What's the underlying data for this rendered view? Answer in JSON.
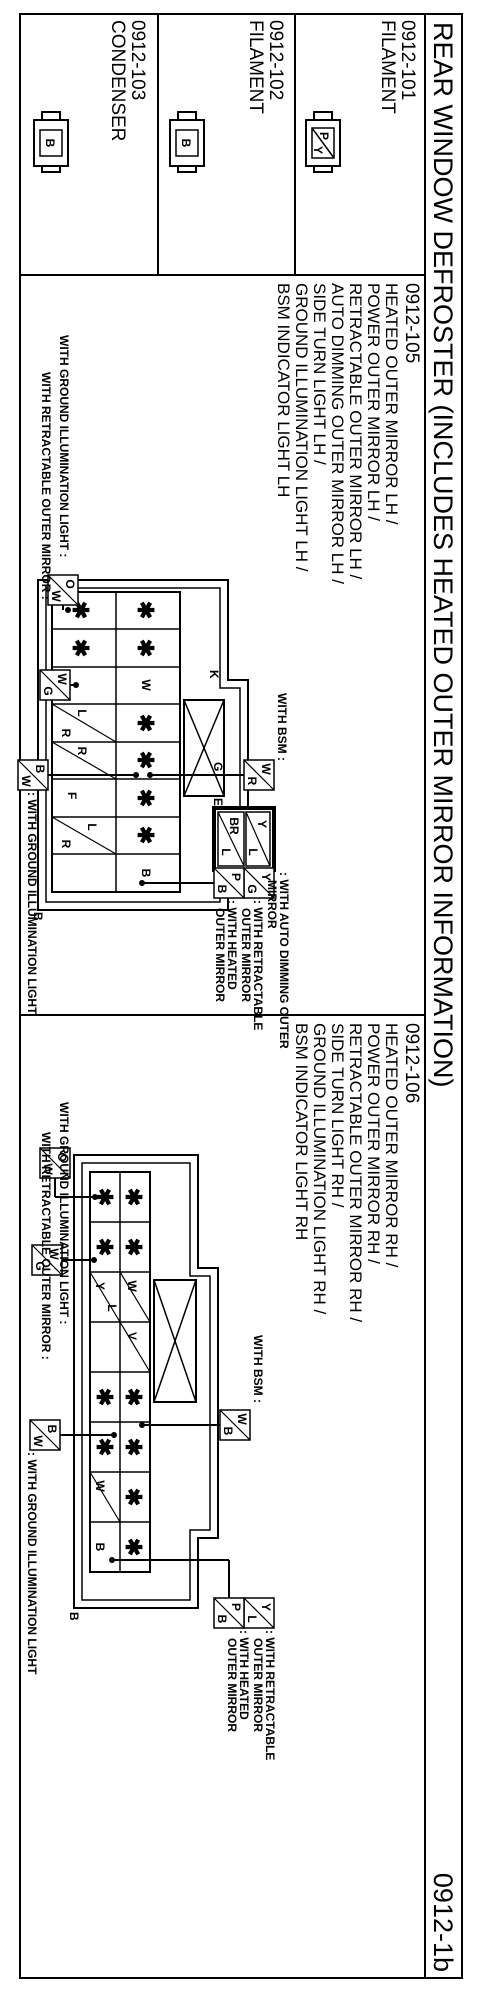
{
  "header": {
    "title": "REAR WINDOW DEFROSTER (INCLUDES HEATED OUTER MIRROR INFORMATION)",
    "sheet_number": "0912-1b"
  },
  "small_connectors": [
    {
      "id": "0912-101",
      "name": "FILAMENT",
      "pins": [
        "P",
        "Y"
      ]
    },
    {
      "id": "0912-102",
      "name": "FILAMENT",
      "pins": [
        "B"
      ]
    },
    {
      "id": "0912-103",
      "name": "CONDENSER",
      "pins": [
        "B"
      ]
    }
  ],
  "lh": {
    "id": "0912-105",
    "lines": [
      "HEATED OUTER MIRROR LH /",
      "POWER OUTER MIRROR LH /",
      "RETRACTABLE OUTER MIRROR LH /",
      "AUTO DIMMING OUTER MIRROR LH /",
      "SIDE TURN LIGHT LH /",
      "GROUND ILLUMINATION LIGHT LH /",
      "BSM INDICATOR LIGHT LH"
    ],
    "wire_letters": {
      "k": "K",
      "g": "G",
      "e": "E",
      "f": "F",
      "b": "B"
    },
    "pins_row1": [
      "✱",
      "✱",
      "Y",
      "L",
      "R",
      "R",
      "L",
      "R"
    ],
    "pins_row2": [
      "✱",
      "✱",
      "W",
      "✱",
      "✱",
      "✱",
      "✱",
      "B"
    ],
    "notes": {
      "ground_ill_1": "WITH GROUND ILLUMINATION LIGHT :",
      "retract": "WITH RETRACTABLE OUTER MIRROR :",
      "bsm": "WITH BSM :",
      "ground_ill_2": ": WITH GROUND ILLUMINATION LIGHT",
      "auto_dim_1": ": WITH AUTO DIMMING OUTER",
      "auto_dim_2": "MIRROR",
      "retract_r1": ": WITH RETRACTABLE",
      "retract_r2": "OUTER MIRROR",
      "heated_1": ": WITH HEATED",
      "heated_2": "OUTER MIRROR"
    },
    "wire_codes": {
      "ow_top": "O",
      "ow_bot": "W",
      "wg_top": "W",
      "wg_bot": "G",
      "wr_top": "W",
      "wr_bot": "R",
      "bw_top": "B",
      "bw_bot": "W",
      "yl_top": "Y",
      "yl_bot": "L",
      "brl_top": "BR",
      "brl_bot": "L",
      "yg_top": "Y",
      "yg_bot": "G",
      "pb_top": "P",
      "pb_bot": "B"
    }
  },
  "rh": {
    "id": "0912-106",
    "lines": [
      "HEATED OUTER MIRROR RH /",
      "POWER OUTER MIRROR RH /",
      "RETRACTABLE OUTER MIRROR RH /",
      "SIDE TURN LIGHT RH /",
      "GROUND ILLUMINATION LIGHT RH /",
      "BSM INDICATOR LIGHT RH"
    ],
    "wire_letters": {
      "g": "G",
      "b": "B"
    },
    "pins_row1": [
      "✱",
      "✱",
      "W",
      "V",
      "✱",
      "✱",
      "✱",
      "✱"
    ],
    "pins_row2": [
      "✱",
      "✱",
      "Y",
      "L",
      "✱",
      "✱",
      "W",
      "B"
    ],
    "notes": {
      "ground_ill_1": "WITH GROUND ILLUMINATION LIGHT :",
      "retract": "WITH RETRACTABLE OUTER MIRROR :",
      "bsm": "WITH BSM :",
      "ground_ill_2": ": WITH GROUND ILLUMINATION LIGHT",
      "retract_r1": ": WITH RETRACTABLE",
      "retract_r2": "OUTER MIRROR",
      "heated_1": ": WITH HEATED",
      "heated_2": "OUTER MIRROR"
    },
    "wire_codes": {
      "ow_top": "O",
      "ow_bot": "W",
      "wg_top": "W",
      "wg_bot": "G",
      "wb_top": "W",
      "wb_bot": "B",
      "bw_top": "B",
      "bw_bot": "W",
      "yl_top": "Y",
      "yl_bot": "L",
      "pb_top": "P",
      "pb_bot": "B"
    }
  }
}
